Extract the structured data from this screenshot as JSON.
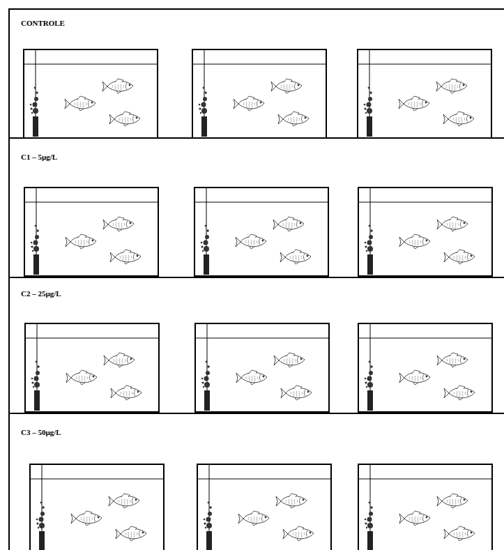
{
  "diagram": {
    "nodes": [
      {
        "text": [
          "CONTROLE"
        ]
      },
      {
        "text": [
          "C1 – 5µg/L"
        ]
      },
      {
        "text": [
          "C2 – 25µg/L"
        ]
      },
      {
        "text": [
          "C3 – 50µg/L"
        ]
      }
    ]
  }
}
